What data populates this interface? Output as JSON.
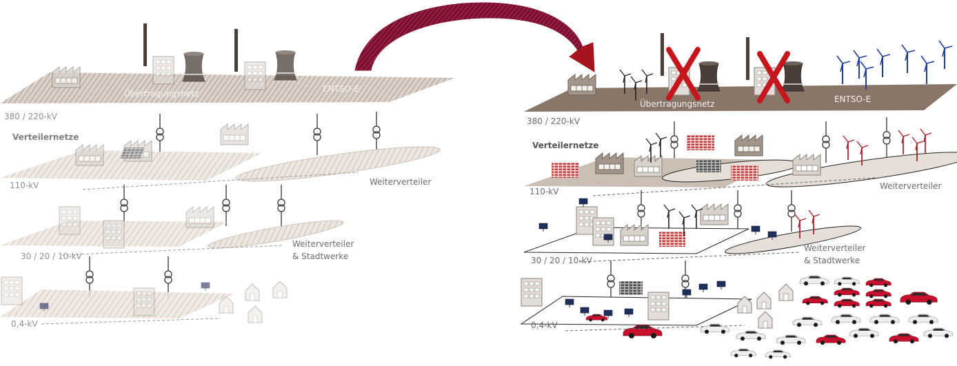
{
  "before": {
    "level_380": "380 / 220-kV",
    "transmission": "Übertragungsnetz",
    "entsoe": "ENTSO-E",
    "distribution": "Verteilernetze",
    "level_110": "110-kV",
    "redistributor": "Weiterverteiler",
    "level_30": "30 / 20 / 10-kV",
    "redistributor_2": "Weiterverteiler",
    "municipal": "& Stadtwerke",
    "level_04": "0,4-kV"
  },
  "after": {
    "level_380": "380 / 220-kV",
    "transmission": "Übertragungsnetz",
    "entsoe": "ENTSO-E",
    "distribution": "Verteilernetze",
    "level_110": "110-kV",
    "redistributor": "Weiterverteiler",
    "level_30": "30 / 20 / 10-kV",
    "redistributor_2": "Weiterverteiler",
    "municipal": "& Stadtwerke",
    "level_04": "0,4-kV"
  },
  "colors": {
    "transmission_plane": "#8a7668",
    "sketch_plane": "#cfc3b8",
    "arrow": "#a8141e",
    "wind_blue": "#1f3d9e",
    "wind_red": "#b0202a",
    "solar_red": "#c23a3a",
    "ev_red": "#c8102e",
    "ev_white": "#eeeeee"
  },
  "icons": [
    "factory-icon",
    "cooling-tower-icon",
    "chimney-icon",
    "transformer-icon",
    "wind-turbine-icon",
    "solar-panel-icon",
    "house-icon",
    "electric-car-icon",
    "cross-mark-icon",
    "curved-arrow-icon"
  ]
}
